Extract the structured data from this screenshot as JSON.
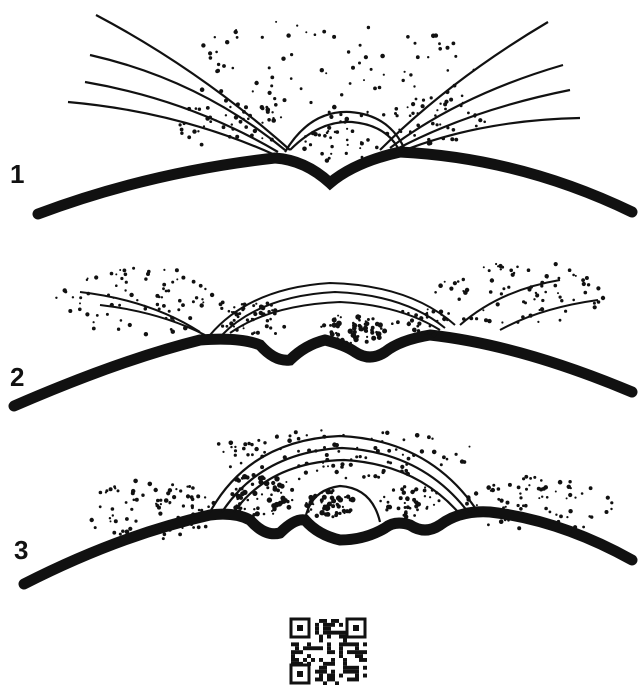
{
  "stages": [
    {
      "label": "1"
    },
    {
      "label": "2"
    },
    {
      "label": "3"
    }
  ],
  "qr_code": {
    "icon": "qr-code-icon"
  }
}
